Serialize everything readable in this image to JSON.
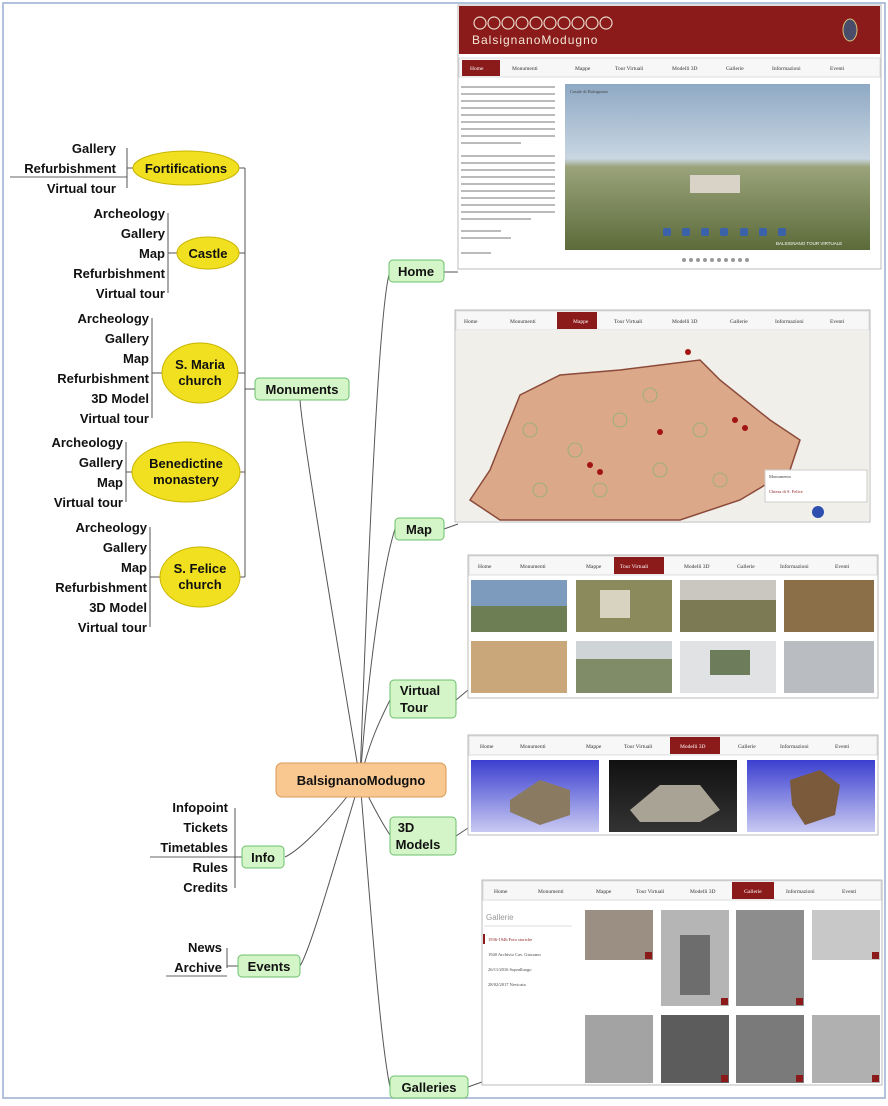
{
  "colors": {
    "accent": "#8b1a1a",
    "green_node": "#d4f5c8",
    "green_border": "#6cc06c",
    "yellow_node": "#f0e020",
    "yellow_border": "#c8b400",
    "center_node": "#f9c891",
    "center_border": "#d99a55",
    "branch_line": "#555555"
  },
  "root": {
    "label": "BalsignanoModugno"
  },
  "monuments": {
    "label": "Monuments",
    "children": [
      {
        "label": "Fortifications",
        "items": [
          "Gallery",
          "Refurbishment",
          "Virtual tour"
        ]
      },
      {
        "label": "Castle",
        "items": [
          "Archeology",
          "Gallery",
          "Map",
          "Refurbishment",
          "Virtual tour"
        ]
      },
      {
        "label_lines": [
          "S. Maria",
          "church"
        ],
        "items": [
          "Archeology",
          "Gallery",
          "Map",
          "Refurbishment",
          "3D Model",
          "Virtual tour"
        ]
      },
      {
        "label_lines": [
          "Benedictine",
          "monastery"
        ],
        "items": [
          "Archeology",
          "Gallery",
          "Map",
          "Virtual tour"
        ]
      },
      {
        "label_lines": [
          "S. Felice",
          "church"
        ],
        "items": [
          "Archeology",
          "Gallery",
          "Map",
          "Refurbishment",
          "3D Model",
          "Virtual tour"
        ]
      }
    ]
  },
  "info": {
    "label": "Info",
    "items": [
      "Infopoint",
      "Tickets",
      "Timetables",
      "Rules",
      "Credits"
    ]
  },
  "events": {
    "label": "Events",
    "items": [
      "News",
      "Archive"
    ]
  },
  "right_branches": {
    "home": "Home",
    "map": "Map",
    "virtual_tour": [
      "Virtual",
      "Tour"
    ],
    "models_3d": [
      "3D",
      "Models"
    ],
    "galleries": "Galleries"
  },
  "screens": {
    "banner_title": "BalsignanoModugno",
    "nav": [
      "Home",
      "Monumenti",
      "Mappe",
      "Tour Virtuali",
      "Modelli 3D",
      "Gallerie",
      "Informazioni",
      "Eventi"
    ],
    "galleries_heading": "Gallerie",
    "galleries_list": [
      "1936-1946 Foto storiche",
      "1940 Archivio Cav. Giacomo",
      "26/11/2016 Sopralluogo",
      "28/02/2017 Nevicata"
    ],
    "map_popup_title": "Monumento",
    "map_popup_link": "Chiesa di S. Felice",
    "home_caption": "Casale di Balsignano",
    "home_badge": "BALSIGNANO TOUR VIRTUALE"
  }
}
